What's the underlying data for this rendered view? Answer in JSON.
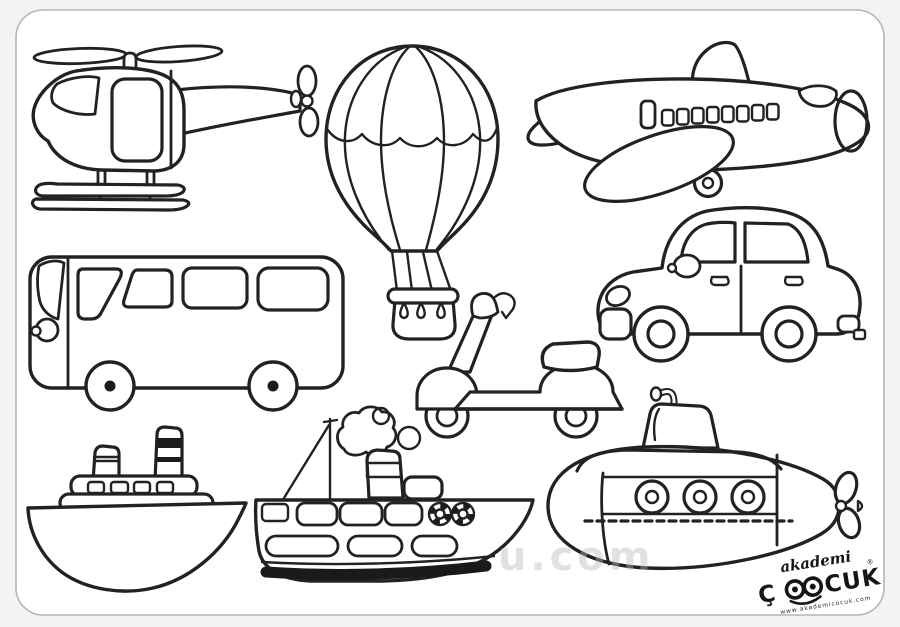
{
  "page": {
    "background": "#f3f3f2",
    "paper_color": "#ffffff",
    "paper_border_color": "#b5b5b5",
    "ink_color": "#222222"
  },
  "vehicles": [
    "helicopter",
    "hot-air-balloon",
    "airplane",
    "bus",
    "car",
    "scooter",
    "steamship",
    "ferry-boat",
    "submarine"
  ],
  "logo": {
    "brand_top": "akademi",
    "brand_prefix": "Ç",
    "brand_suffix": "CUK",
    "registered": "®",
    "website": "www.akademicocuk.com"
  },
  "watermark": {
    "text": "u.com"
  }
}
